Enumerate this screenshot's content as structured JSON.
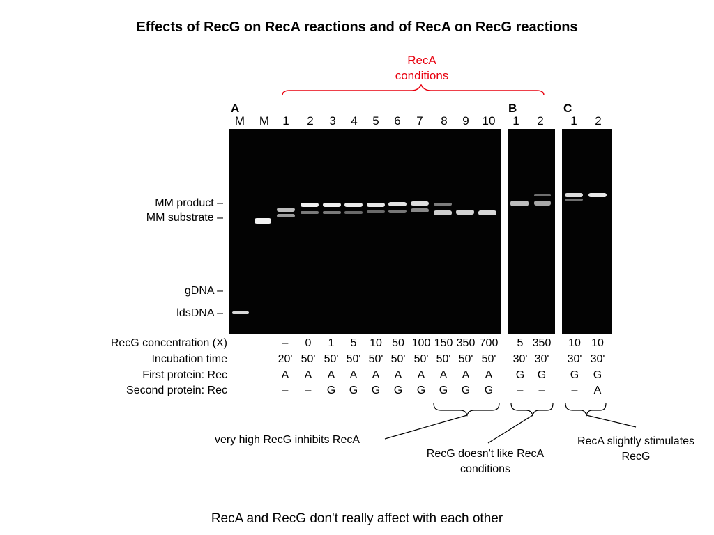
{
  "title": "Effects of RecG on RecA reactions and of RecA on RecG reactions",
  "reca_conditions": "RecA\nconditions",
  "footer": "RecA and RecG don't really affect with each other",
  "panels": {
    "A": {
      "letter": "A",
      "lanes": [
        "M",
        "M",
        "1",
        "2",
        "3",
        "4",
        "5",
        "6",
        "7",
        "8",
        "9",
        "10"
      ]
    },
    "B": {
      "letter": "B",
      "lanes": [
        "1",
        "2"
      ]
    },
    "C": {
      "letter": "C",
      "lanes": [
        "1",
        "2"
      ]
    }
  },
  "markers": [
    "MM product –",
    "MM substrate –",
    "gDNA –",
    "ldsDNA –"
  ],
  "rows": {
    "labels": [
      "RecG concentration (X)",
      "Incubation time",
      "First protein: Rec",
      "Second protein: Rec"
    ],
    "values": [
      [
        "–",
        "0",
        "1",
        "5",
        "10",
        "50",
        "100",
        "150",
        "350",
        "700",
        "5",
        "350",
        "10",
        "10"
      ],
      [
        "20'",
        "50'",
        "50'",
        "50'",
        "50'",
        "50'",
        "50'",
        "50'",
        "50'",
        "50'",
        "30'",
        "30'",
        "30'",
        "30'"
      ],
      [
        "A",
        "A",
        "A",
        "A",
        "A",
        "A",
        "A",
        "A",
        "A",
        "A",
        "G",
        "G",
        "G",
        "G"
      ],
      [
        "–",
        "–",
        "G",
        "G",
        "G",
        "G",
        "G",
        "G",
        "G",
        "G",
        "–",
        "–",
        "–",
        "A"
      ]
    ]
  },
  "notes": {
    "inhibits": "very high RecG inhibits RecA",
    "doesnt_like": "RecG doesn't like RecA conditions",
    "stimulates": "RecA slightly stimulates RecG"
  },
  "colors": {
    "accent": "#e8000e",
    "gel": "#030303"
  }
}
